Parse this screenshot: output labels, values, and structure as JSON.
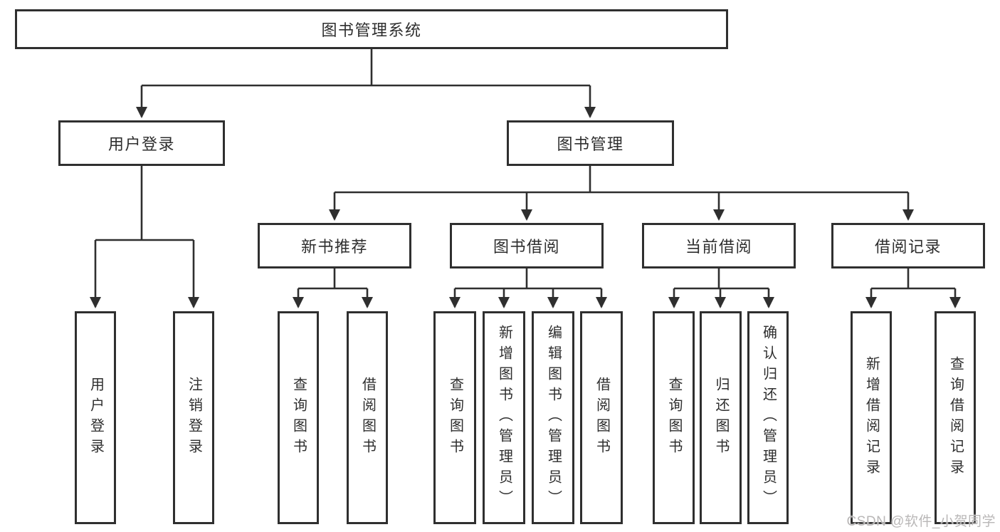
{
  "tree": {
    "root": "图书管理系统",
    "branches": [
      {
        "label": "用户登录",
        "leaves": [
          "用户登录",
          "注销登录"
        ]
      },
      {
        "label": "图书管理",
        "groups": [
          {
            "label": "新书推荐",
            "leaves": [
              "查询图书",
              "借阅图书"
            ]
          },
          {
            "label": "图书借阅",
            "leaves": [
              "查询图书",
              "新增图书（管理员）",
              "编辑图书（管理员）",
              "借阅图书"
            ]
          },
          {
            "label": "当前借阅",
            "leaves": [
              "查询图书",
              "归还图书",
              "确认归还（管理员）"
            ]
          },
          {
            "label": "借阅记录",
            "leaves": [
              "新增借阅记录",
              "查询借阅记录"
            ]
          }
        ]
      }
    ]
  },
  "colors": {
    "line": "#2f2f2f",
    "node_background": "#ffffff",
    "text": "#2e2e2e",
    "watermark": "#b9b7b7"
  },
  "watermark": "CSDN @软件_小贺同学"
}
